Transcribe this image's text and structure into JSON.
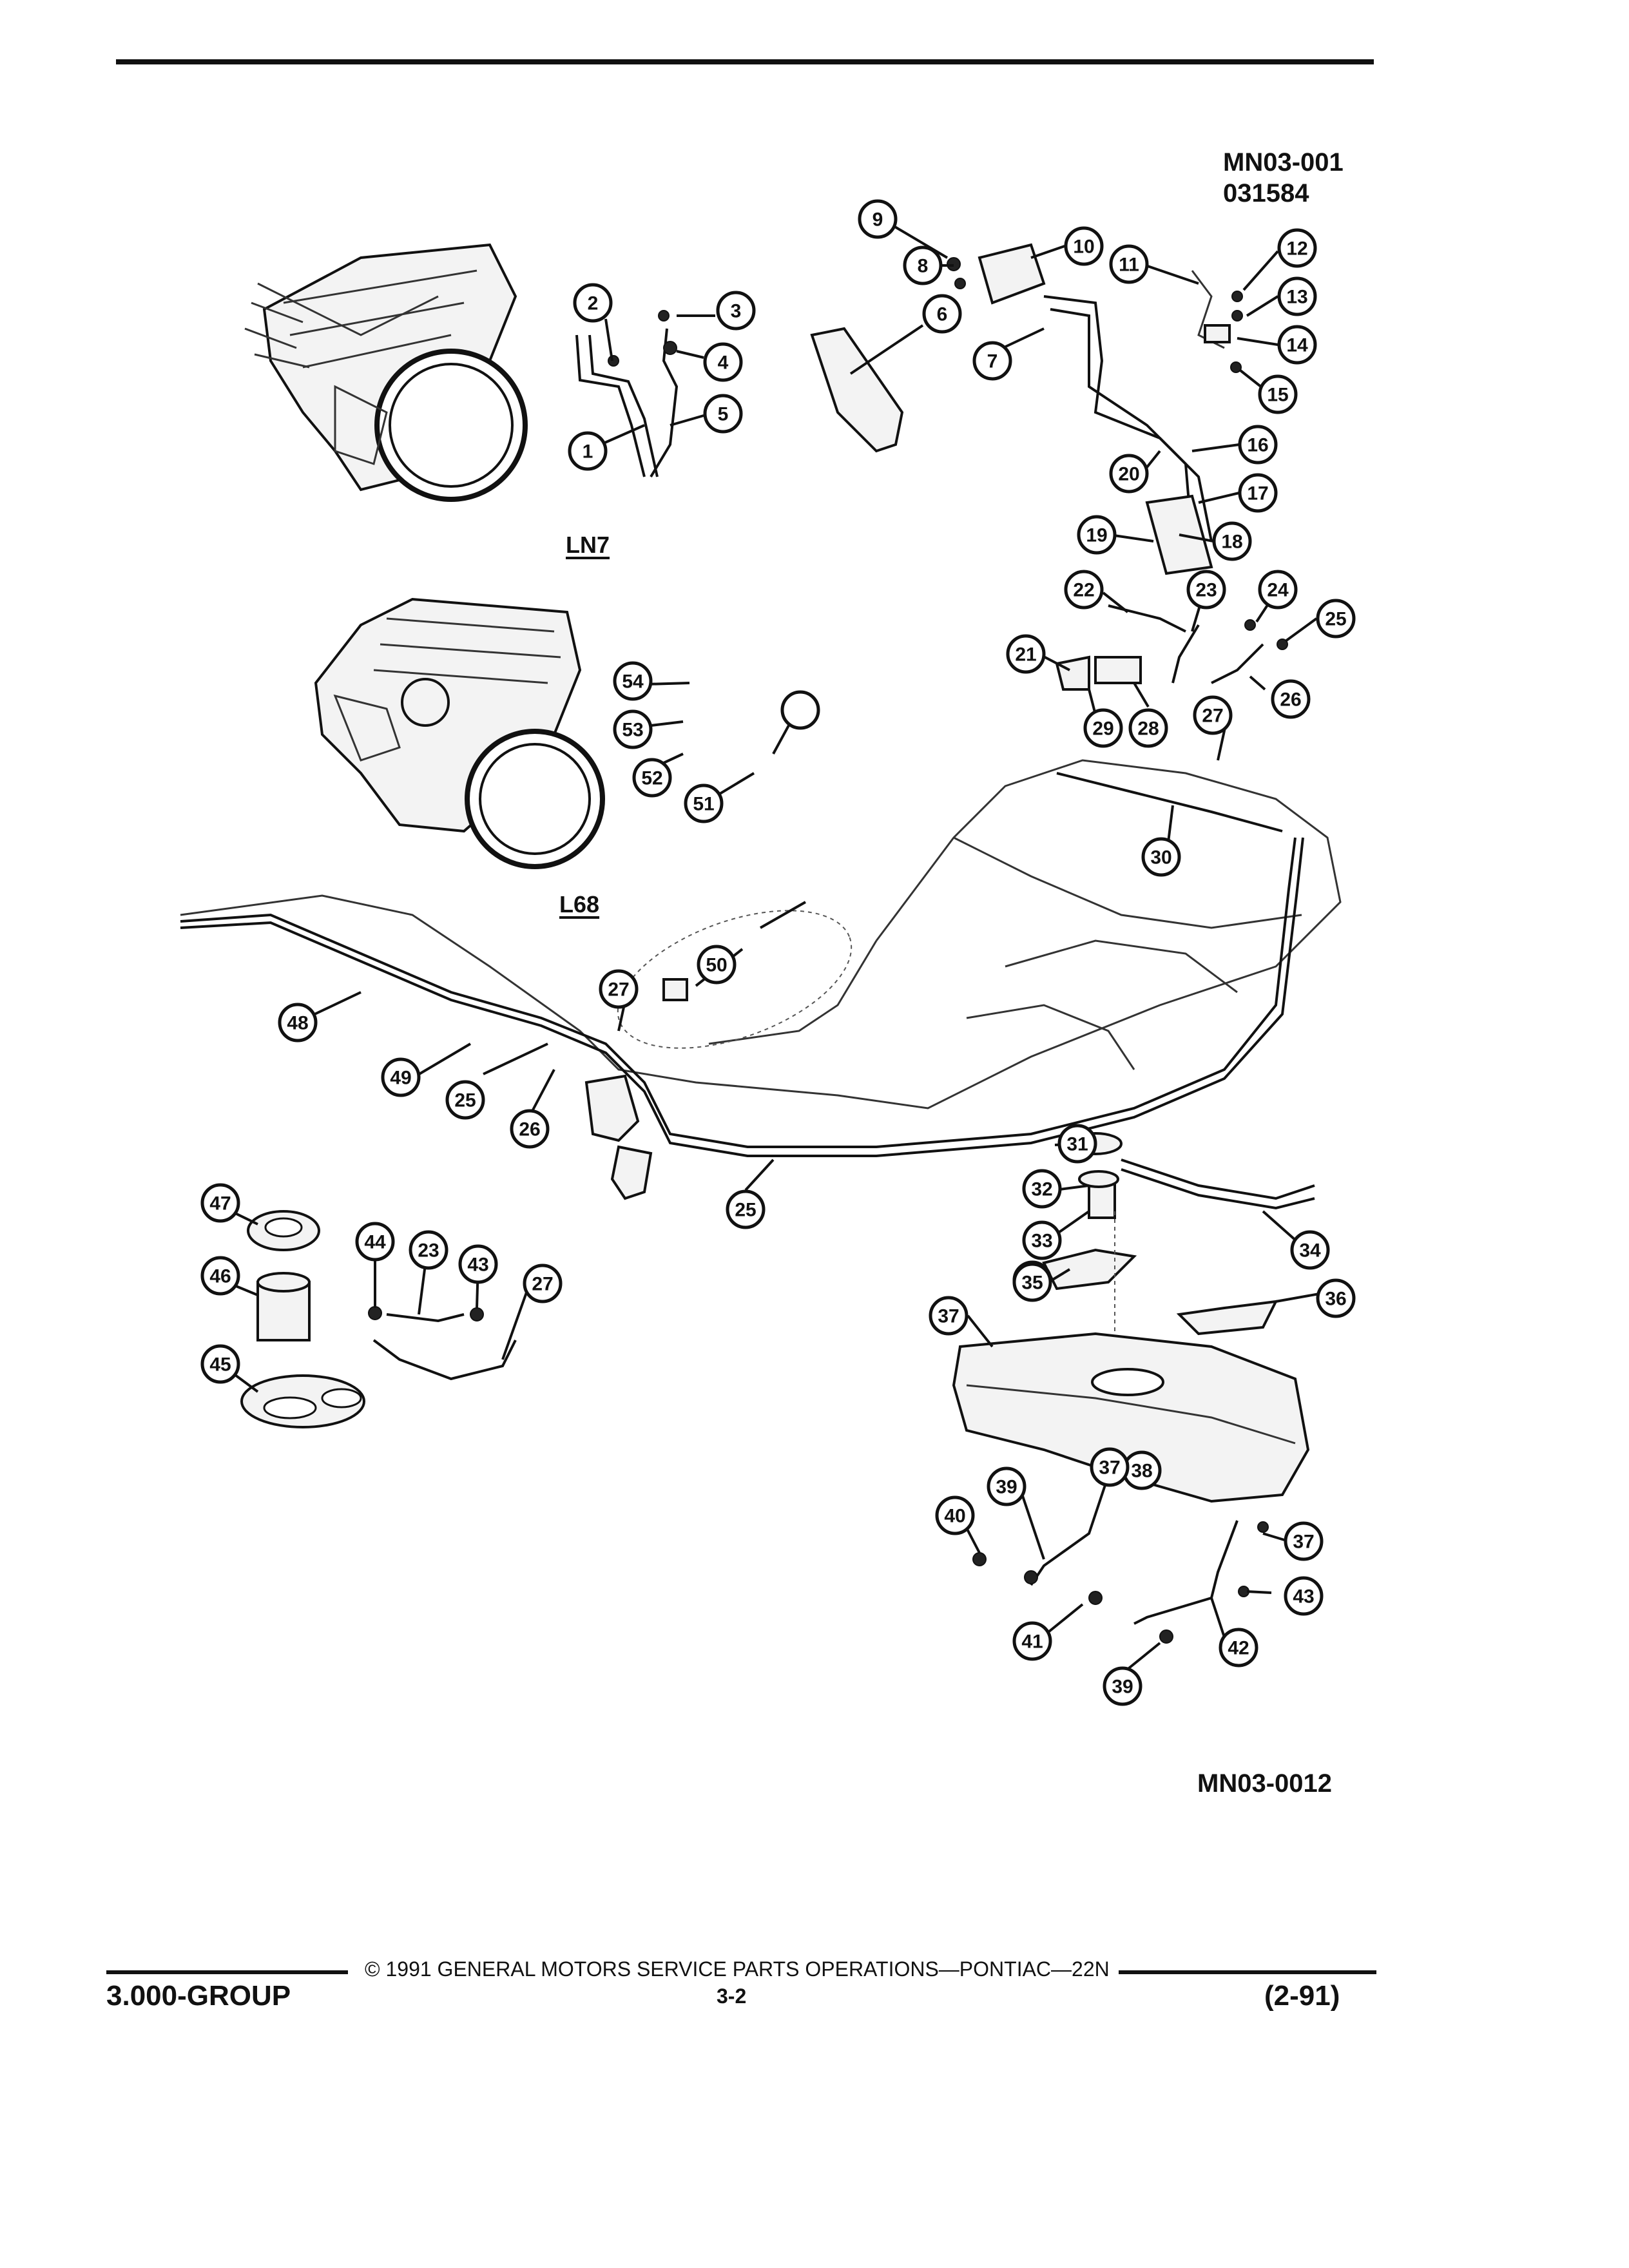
{
  "header": {
    "figure_code_1": "MN03-001",
    "figure_code_2": "031584"
  },
  "engines": [
    {
      "label": "LN7"
    },
    {
      "label": "L68"
    }
  ],
  "figure_footer_code": "MN03-0012",
  "footer": {
    "group": "3.000-GROUP",
    "copyright": "© 1991 GENERAL MOTORS SERVICE PARTS OPERATIONS—PONTIAC—22N",
    "page": "3-2",
    "date": "(2-91)"
  },
  "callouts": [
    "1",
    "2",
    "3",
    "4",
    "5",
    "6",
    "7",
    "8",
    "9",
    "10",
    "11",
    "12",
    "13",
    "14",
    "15",
    "16",
    "17",
    "18",
    "19",
    "20",
    "21",
    "22",
    "23",
    "24",
    "25",
    "26",
    "27",
    "28",
    "29",
    "30",
    "31",
    "32",
    "33",
    "34",
    "35",
    "36",
    "37",
    "38",
    "39",
    "40",
    "41",
    "42",
    "43",
    "44",
    "45",
    "46",
    "47",
    "48",
    "49",
    "50",
    "51",
    "52",
    "53",
    "54"
  ]
}
